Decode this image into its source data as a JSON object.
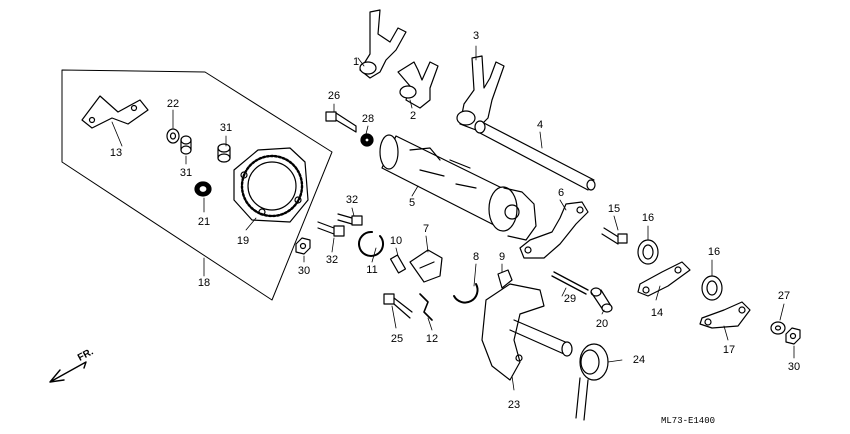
{
  "diagram": {
    "code": "ML73-E1400",
    "direction_label": "FR.",
    "parts": [
      {
        "id": "p1",
        "label": "1"
      },
      {
        "id": "p2",
        "label": "2"
      },
      {
        "id": "p3",
        "label": "3"
      },
      {
        "id": "p4",
        "label": "4"
      },
      {
        "id": "p5",
        "label": "5"
      },
      {
        "id": "p6",
        "label": "6"
      },
      {
        "id": "p7",
        "label": "7"
      },
      {
        "id": "p8",
        "label": "8"
      },
      {
        "id": "p9",
        "label": "9"
      },
      {
        "id": "p10",
        "label": "10"
      },
      {
        "id": "p11",
        "label": "11"
      },
      {
        "id": "p12",
        "label": "12"
      },
      {
        "id": "p13",
        "label": "13"
      },
      {
        "id": "p14",
        "label": "14"
      },
      {
        "id": "p15",
        "label": "15"
      },
      {
        "id": "p16a",
        "label": "16"
      },
      {
        "id": "p16b",
        "label": "16"
      },
      {
        "id": "p17",
        "label": "17"
      },
      {
        "id": "p18",
        "label": "18"
      },
      {
        "id": "p19",
        "label": "19"
      },
      {
        "id": "p20",
        "label": "20"
      },
      {
        "id": "p21",
        "label": "21"
      },
      {
        "id": "p22",
        "label": "22"
      },
      {
        "id": "p23",
        "label": "23"
      },
      {
        "id": "p24",
        "label": "24"
      },
      {
        "id": "p25",
        "label": "25"
      },
      {
        "id": "p26",
        "label": "26"
      },
      {
        "id": "p27",
        "label": "27"
      },
      {
        "id": "p28",
        "label": "28"
      },
      {
        "id": "p29",
        "label": "29"
      },
      {
        "id": "p30a",
        "label": "30"
      },
      {
        "id": "p30b",
        "label": "30"
      },
      {
        "id": "p31a",
        "label": "31"
      },
      {
        "id": "p31b",
        "label": "31"
      },
      {
        "id": "p32a",
        "label": "32"
      },
      {
        "id": "p32b",
        "label": "32"
      }
    ]
  }
}
